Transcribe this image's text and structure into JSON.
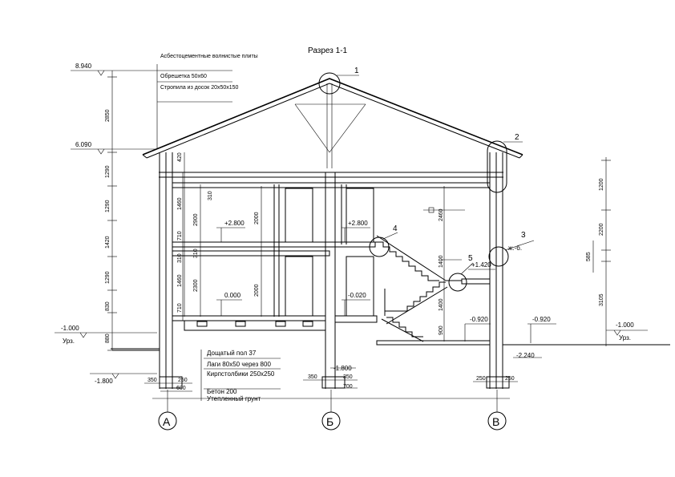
{
  "title": "Разрез 1-1",
  "callouts": [
    "1",
    "2",
    "3",
    "4",
    "5"
  ],
  "axes": [
    "А",
    "Б",
    "В"
  ],
  "roof_notes": [
    "Асбестоцементные волнистые плиты",
    "Обрешетка 50х60",
    "Стропила из досок 20х50х150"
  ],
  "floor_notes": [
    "Дощатый пол 37",
    "Лаги 80х50 через 800",
    "Кирпстолбики 250х250",
    "Бетон 200",
    "Утепленный грунт"
  ],
  "ground_label_left": "Урз.",
  "ground_label_right": "Урз.",
  "roof_tag": "ж.-б.",
  "left_levels": [
    "8.940",
    "6.090",
    "-1.000",
    "-1.800"
  ],
  "left_dims": [
    "2850",
    "1290",
    "1290",
    "1420",
    "1290",
    "830",
    "880"
  ],
  "inner_left_dims": [
    "420",
    "1460",
    "710",
    "310",
    "1460",
    "710"
  ],
  "wall_dims": [
    "310",
    "2900",
    "310",
    "2300"
  ],
  "door_dims_upper": [
    "2000"
  ],
  "door_dims_lower": [
    "2000"
  ],
  "stair_dims": [
    "2460",
    "1400",
    "1400",
    "900"
  ],
  "levels_interior": [
    "+2.800",
    "+2.800",
    "0.000",
    "-0.020",
    "+1.420",
    "-0.920",
    "-0.920",
    "-1.800",
    "-2.240"
  ],
  "right_level": "-1.000",
  "right_dims": [
    "1200",
    "2200",
    "585",
    "3105"
  ],
  "foundation_dims": [
    "350",
    "250",
    "600",
    "350",
    "350",
    "700",
    "250",
    "250"
  ]
}
